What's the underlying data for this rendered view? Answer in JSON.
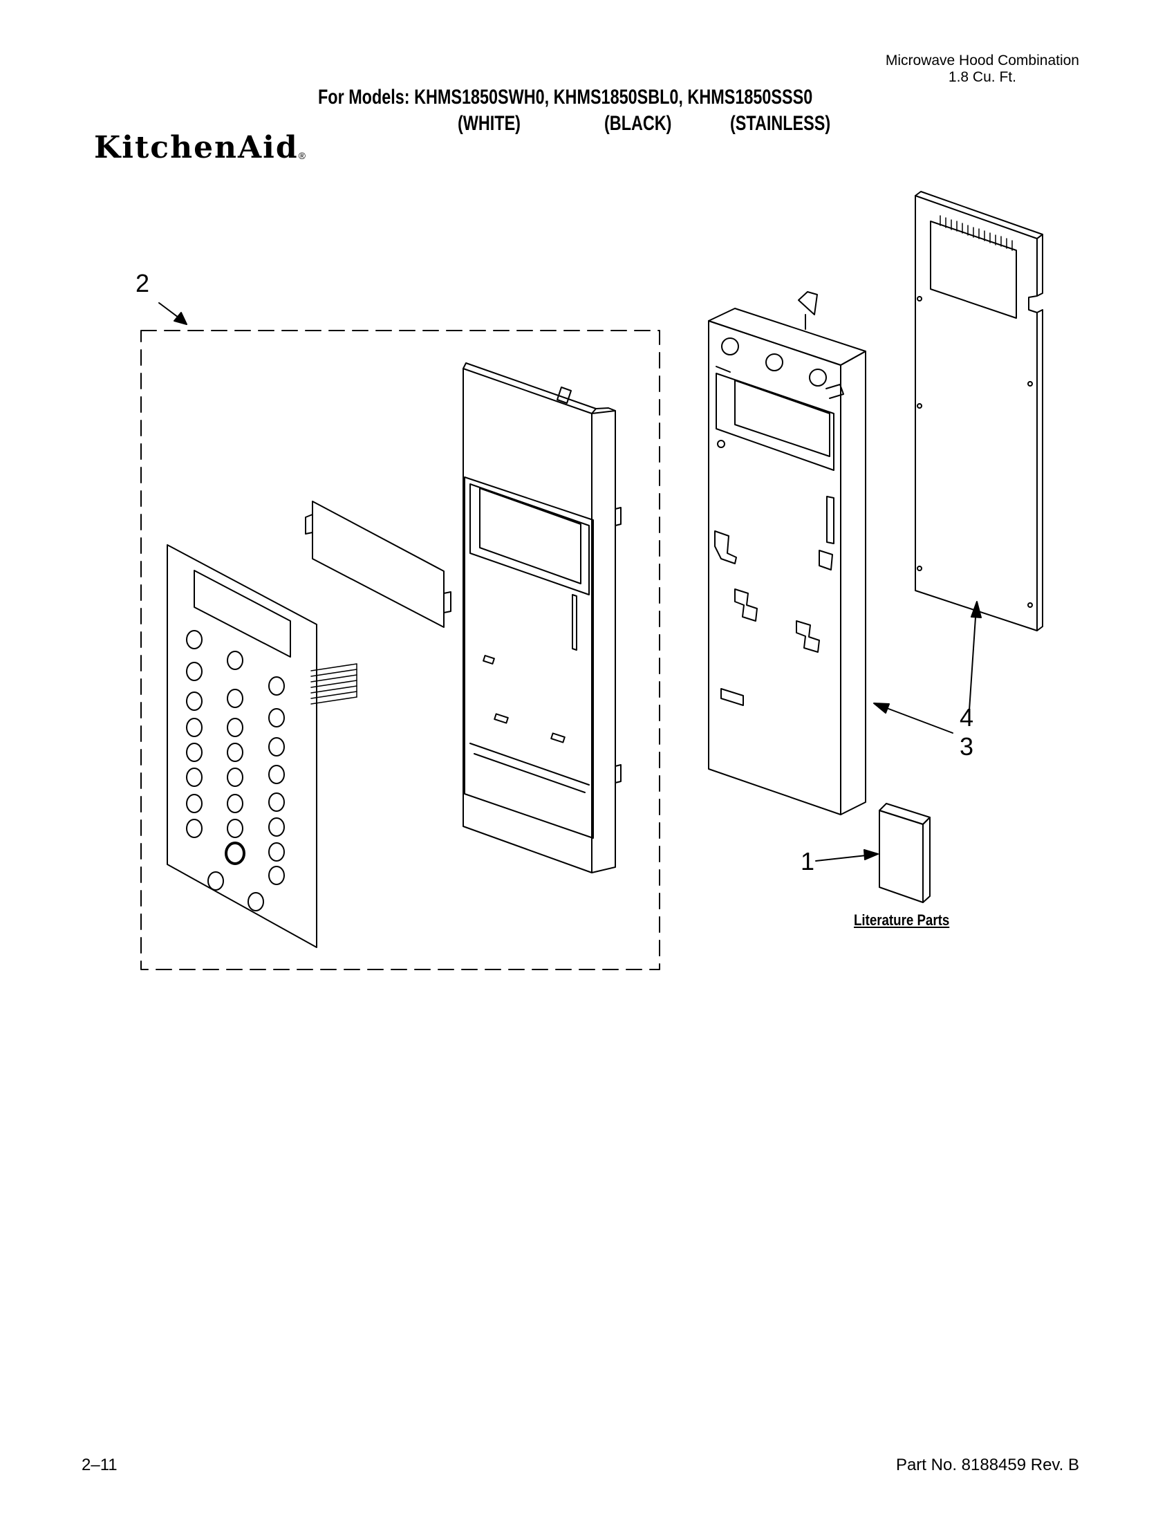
{
  "header": {
    "product_line1": "Microwave Hood Combination",
    "product_line2": "1.8 Cu. Ft.",
    "models_line": "For Models: KHMS1850SWH0, KHMS1850SBL0, KHMS1850SSS0",
    "variants": [
      "(WHITE)",
      "(BLACK)",
      "(STAINLESS)"
    ]
  },
  "brand": {
    "name": "KitchenAid",
    "registered_mark": "®"
  },
  "callouts": [
    "2",
    "4",
    "3",
    "1"
  ],
  "literature_label": "Literature Parts",
  "footer": {
    "page": "2–11",
    "part_no": "Part No. 8188459 Rev. B"
  }
}
